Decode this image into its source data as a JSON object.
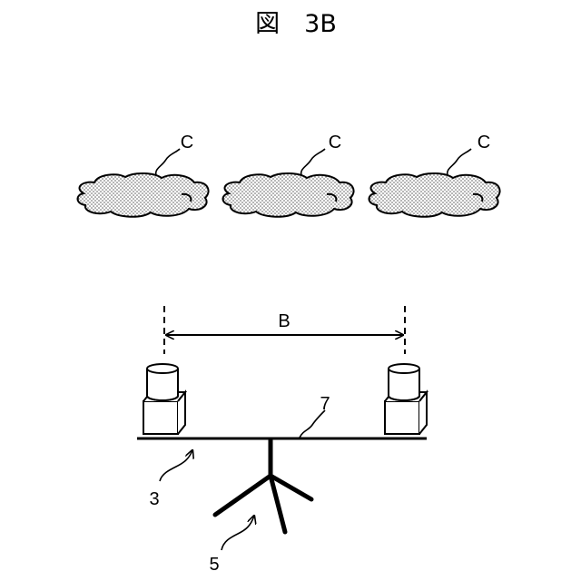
{
  "figure": {
    "title": "図　3B"
  },
  "clouds": [
    {
      "label": "C"
    },
    {
      "label": "C"
    },
    {
      "label": "C"
    }
  ],
  "baseline": {
    "label": "B"
  },
  "references": {
    "camera_support_bar": "7",
    "camera_unit": "3",
    "tripod": "5"
  },
  "colors": {
    "ink": "#000000",
    "cloud_fill": "#d9d9d9"
  }
}
